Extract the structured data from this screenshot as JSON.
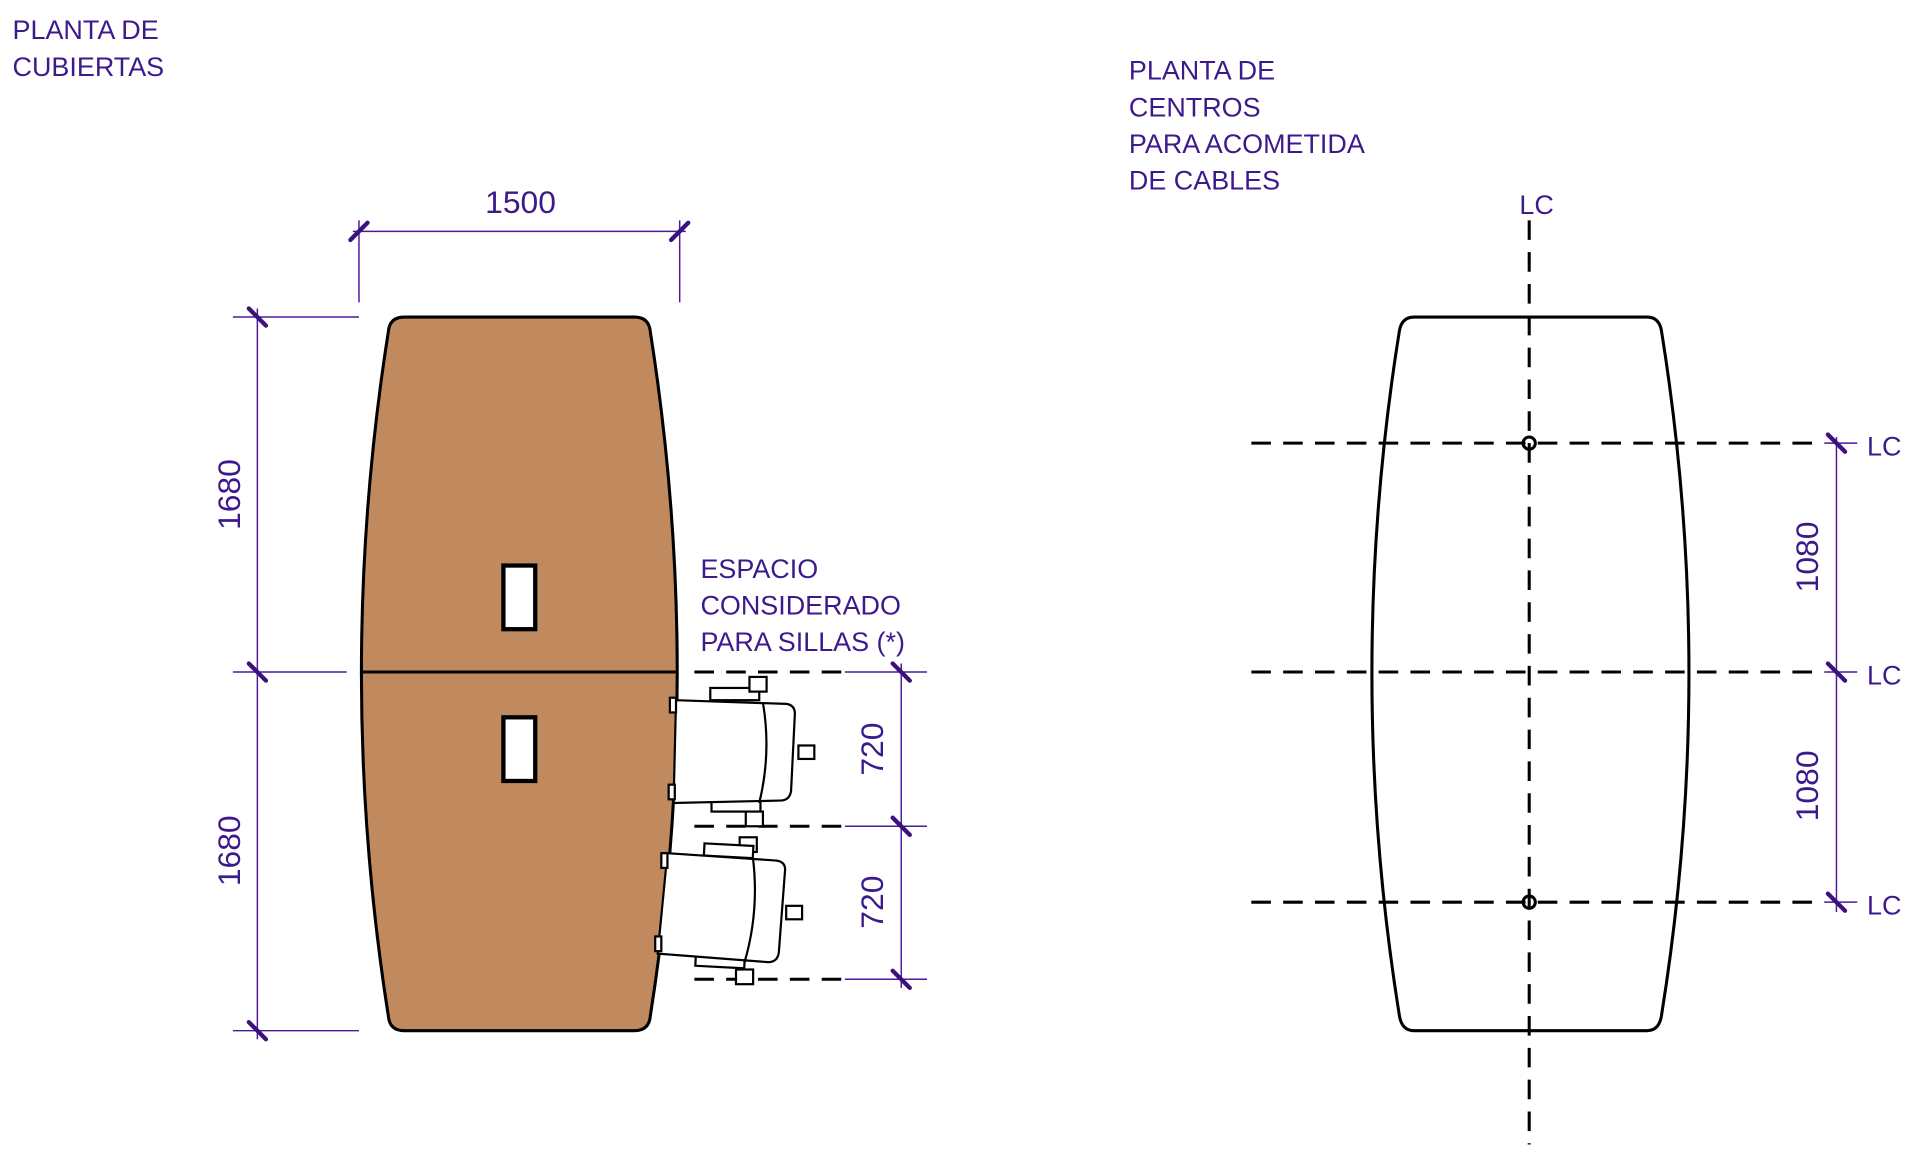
{
  "left_plan": {
    "title_line1": "PLANTA DE",
    "title_line2": "CUBIERTAS",
    "width_dim": "1500",
    "upper_length_dim": "1680",
    "lower_length_dim": "1680",
    "chair_note_line1": "ESPACIO",
    "chair_note_line2": "CONSIDERADO",
    "chair_note_line3": "PARA SILLAS (*)",
    "chair_space_dim_1": "720",
    "chair_space_dim_2": "720",
    "tabletop_color": "#c08a5e"
  },
  "right_plan": {
    "title_line1": "PLANTA DE",
    "title_line2": "CENTROS",
    "title_line3": "PARA ACOMETIDA",
    "title_line4": "DE CABLES",
    "centerline_label": "LC",
    "spacing_dim_1": "1080",
    "spacing_dim_2": "1080"
  }
}
